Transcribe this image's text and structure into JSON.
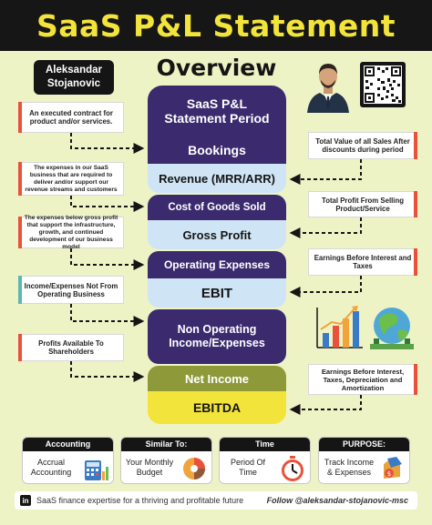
{
  "header": {
    "title": "SaaS P&L Statement"
  },
  "author": {
    "name_line1": "Aleksandar",
    "name_line2": "Stojanovic"
  },
  "overview": {
    "title": "Overview"
  },
  "stack": {
    "period_line1": "SaaS P&L",
    "period_line2": "Statement Period",
    "bookings": "Bookings",
    "revenue": "Revenue (MRR/ARR)",
    "cogs": "Cost of Goods Sold",
    "gross_profit": "Gross Profit",
    "opex": "Operating Expenses",
    "ebit": "EBIT",
    "nonop_line1": "Non Operating",
    "nonop_line2": "Income/Expenses",
    "net_income": "Net Income",
    "ebitda": "EBITDA"
  },
  "left_notes": {
    "bookings": "An executed contract for product and/or services.",
    "revenue": "The expenses in our SaaS business that are required to deliver and/or support our revenue streams and customers",
    "gross_profit": "The expenses below gross profit that support the infrastructure, growth, and continued development of our business model",
    "ebit": "Income/Expenses Not From Operating Business",
    "net_income": "Profits Available To Shareholders"
  },
  "right_notes": {
    "revenue": "Total Value of all Sales After discounts during period",
    "gross_profit": "Total Profit From Selling Product/Service",
    "ebit": "Earnings Before Interest and Taxes",
    "ebitda": "Earnings Before Interest, Taxes, Depreciation and Amortization"
  },
  "bottom": [
    {
      "head": "Accounting",
      "body_line1": "Accrual",
      "body_line2": "Accounting"
    },
    {
      "head": "Similar To:",
      "body_line1": "Your Monthly",
      "body_line2": "Budget"
    },
    {
      "head": "Time",
      "body_line1": "Period Of",
      "body_line2": "Time"
    },
    {
      "head": "PURPOSE:",
      "body_line1": "Track Income",
      "body_line2": "& Expenses"
    }
  ],
  "footer": {
    "text": "SaaS finance expertise for a thriving and profitable future",
    "follow": "Follow @aleksandar-stojanovic-msc",
    "linkedin_label": "in"
  },
  "colors": {
    "purple": "#3b2a6e",
    "light_blue": "#cfe5f5",
    "olive": "#8e9a3a",
    "yellow": "#f2e43a",
    "accent_red": "#e8523a"
  }
}
